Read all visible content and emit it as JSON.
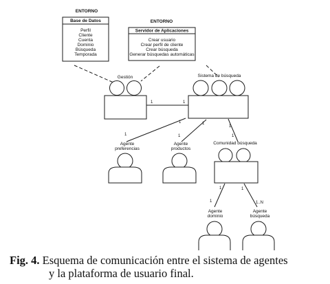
{
  "environment": [
    {
      "heading": "ENTORNO",
      "title": "Base de Datos",
      "items": [
        "Perfil",
        "Cliente",
        "Cuenta",
        "Dominio",
        "Búsqueda",
        "Temporada"
      ]
    },
    {
      "heading": "ENTORNO",
      "title": "Servidor de Aplicaciones",
      "items": [
        "Crear usuario",
        "Crear perfil de cliente",
        "Crear búsqueda",
        "Generar búsquedas automáticas"
      ]
    }
  ],
  "nodes": {
    "gestion": "Gestión",
    "sistema": "Sistema de búsqueda",
    "comunidad": "Comunidad búsqueda",
    "agente_preferencias": [
      "Agente",
      "preferencias"
    ],
    "agente_productos": [
      "Agente",
      "productos"
    ],
    "agente_dominio": [
      "Agente",
      "dominio"
    ],
    "agente_busqueda": [
      "Agente",
      "búsqueda"
    ]
  },
  "multiplicities": {
    "gestion_sistema_left": "1",
    "gestion_sistema_right": "1",
    "sistema_pref_top": "1",
    "sistema_pref_bottom": "1",
    "sistema_prod_top": "1",
    "sistema_prod_bottom": "1",
    "sistema_com_top": "1",
    "sistema_com_bottom": "1",
    "com_dom_top": "1",
    "com_dom_bottom": "1",
    "com_bus_top": "1",
    "com_bus_bottom": "1..N"
  },
  "caption": {
    "label": "Fig. 4.",
    "text_line1": "Esquema de comunicación entre el sistema de agentes",
    "text_line2": "y la plataforma de usuario final."
  }
}
